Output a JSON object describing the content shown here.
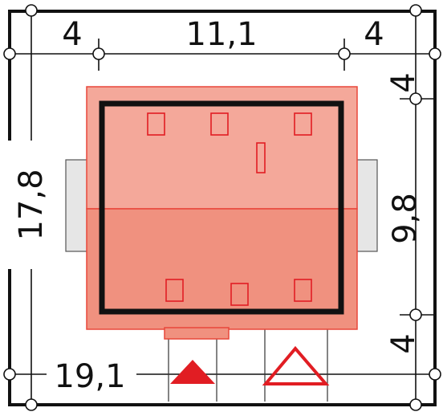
{
  "dimensions": {
    "top_left_setback": "4",
    "top_width": "11,1",
    "top_right_setback": "4",
    "right_top_setback": "4",
    "right_depth": "9,8",
    "right_bottom_setback": "4",
    "left_total": "17,8",
    "bottom_total": "19,1"
  },
  "colors": {
    "frame": "#111111",
    "roof_upper": "#f4a89a",
    "roof_lower": "#f0917f",
    "roof_outline": "#e8473a",
    "wall": "#111111",
    "accent": "#e11d23",
    "side_gray": "#e6e6e6"
  }
}
